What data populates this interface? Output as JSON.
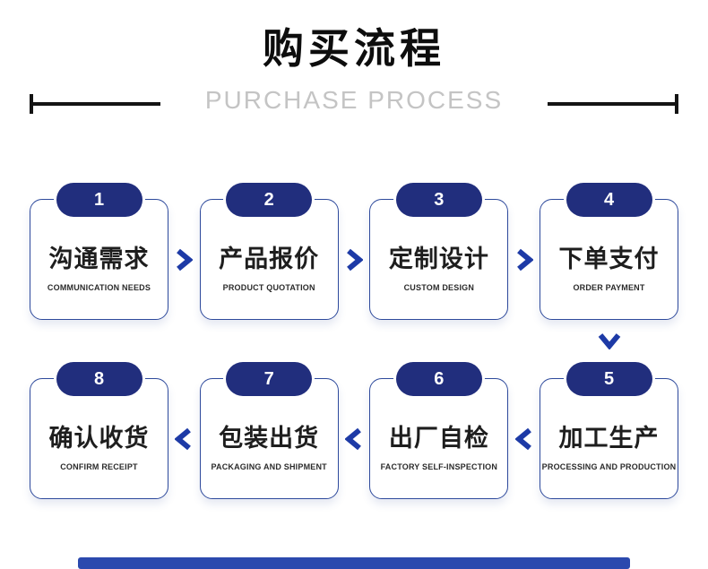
{
  "header": {
    "title": "购买流程",
    "subtitle": "PURCHASE PROCESS"
  },
  "steps": [
    {
      "number": "1",
      "title": "沟通需求",
      "subtitle": "COMMUNICATION NEEDS"
    },
    {
      "number": "2",
      "title": "产品报价",
      "subtitle": "PRODUCT QUOTATION"
    },
    {
      "number": "3",
      "title": "定制设计",
      "subtitle": "CUSTOM DESIGN"
    },
    {
      "number": "4",
      "title": "下单支付",
      "subtitle": "ORDER PAYMENT"
    },
    {
      "number": "5",
      "title": "加工生产",
      "subtitle": "PROCESSING AND PRODUCTION"
    },
    {
      "number": "6",
      "title": "出厂自检",
      "subtitle": "FACTORY SELF-INSPECTION"
    },
    {
      "number": "7",
      "title": "包装出货",
      "subtitle": "PACKAGING AND SHIPMENT"
    },
    {
      "number": "8",
      "title": "确认收货",
      "subtitle": "CONFIRM RECEIPT"
    }
  ],
  "flow": {
    "row1_order": [
      "1",
      "2",
      "3",
      "4"
    ],
    "row2_order": [
      "8",
      "7",
      "6",
      "5"
    ],
    "row1_arrow_direction": "right",
    "row2_arrow_direction": "left",
    "connector_4_to_5": "down"
  },
  "colors": {
    "pill": "#212e7d",
    "card_border": "#2e4a9c",
    "arrow": "#1d3aa6",
    "divider": "#141414",
    "title_text": "#0d0d0d",
    "subtitle_text": "#c4c4c4",
    "bottom_bar": "#2b49ae"
  }
}
